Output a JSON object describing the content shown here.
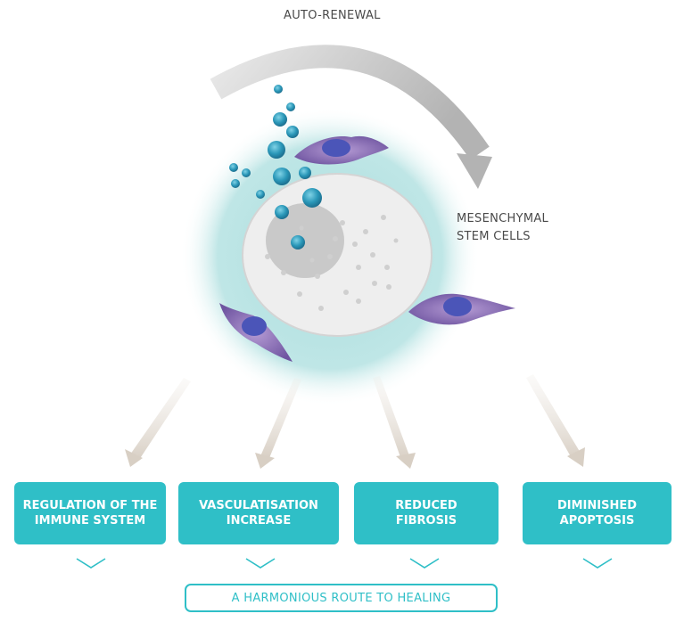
{
  "labels": {
    "auto_renewal": "AUTO-RENEWAL",
    "stem_cells_line1": "MESENCHYMAL",
    "stem_cells_line2": "STEM CELLS"
  },
  "outcomes": [
    {
      "line1": "REGULATION OF THE",
      "line2": "IMMUNE SYSTEM"
    },
    {
      "line1": "VASCULATISATION",
      "line2": "INCREASE"
    },
    {
      "line1": "REDUCED",
      "line2": "FIBROSIS"
    },
    {
      "line1": "DIMINISHED",
      "line2": "APOPTOSIS"
    }
  ],
  "footer": {
    "route_label": "A HARMONIOUS ROUTE TO HEALING"
  },
  "colors": {
    "accent_teal": "#2fbfc7",
    "halo_teal": "#bfe6e6",
    "cell_body": "#eeeeee",
    "nucleus": "#c9c9c9",
    "stromal_cell": "#8a6fb0",
    "stromal_nucleus": "#4b55b8",
    "bubble": "#2a97b8",
    "arrow_gray": "#c9c9c9",
    "arrow_beige": "#ddd5cc"
  }
}
